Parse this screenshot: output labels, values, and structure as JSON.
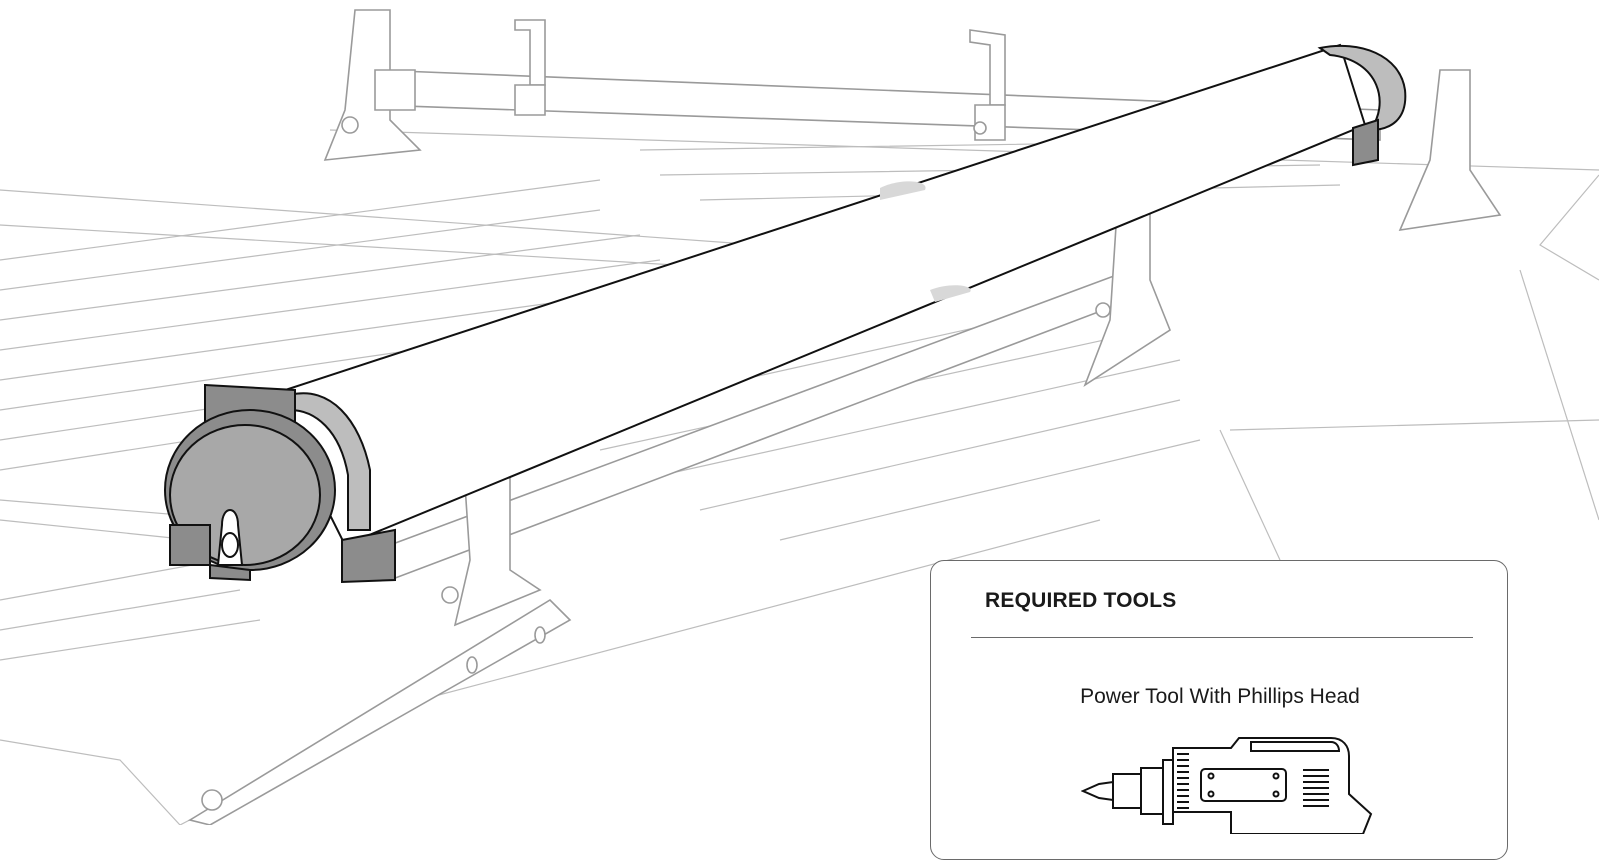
{
  "required_tools": {
    "heading": "REQUIRED TOOLS",
    "tools": [
      {
        "name": "Power Tool With Phillips Head",
        "icon": "power-drill-icon"
      }
    ]
  },
  "illustration": {
    "subject": "truck-rack-tube-install",
    "colors": {
      "outline": "#111111",
      "ghost_lines": "#bdbdbd",
      "cap_fill": "#8c8c8c",
      "band_fill": "#bdbdbd"
    }
  }
}
